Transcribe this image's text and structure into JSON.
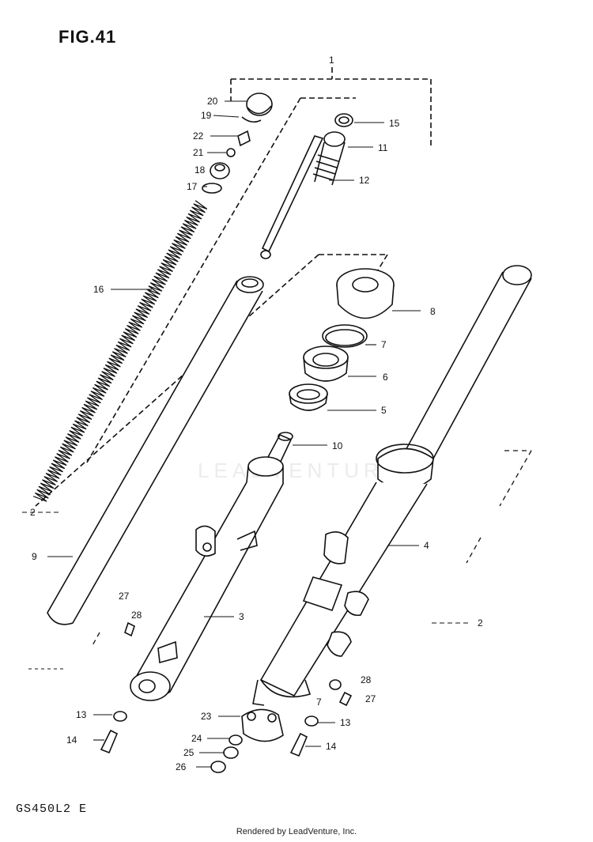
{
  "figure_title": "FIG.41",
  "model_code": "GS450L2 E",
  "footer": "Rendered by LeadVenture, Inc.",
  "watermark": "LEADVENTURE",
  "callouts": {
    "c1": "1",
    "c2": "2",
    "c2b": "2",
    "c3": "3",
    "c4": "4",
    "c5": "5",
    "c6": "6",
    "c7": "7",
    "c7b": "7",
    "c8": "8",
    "c9": "9",
    "c10": "10",
    "c11": "11",
    "c12": "12",
    "c13a": "13",
    "c13b": "13",
    "c14a": "14",
    "c14b": "14",
    "c15": "15",
    "c16": "16",
    "c17": "17",
    "c18": "18",
    "c19": "19",
    "c20": "20",
    "c21": "21",
    "c22": "22",
    "c23": "23",
    "c24": "24",
    "c25": "25",
    "c26": "26",
    "c27a": "27",
    "c27b": "27",
    "c28a": "28",
    "c28b": "28"
  }
}
